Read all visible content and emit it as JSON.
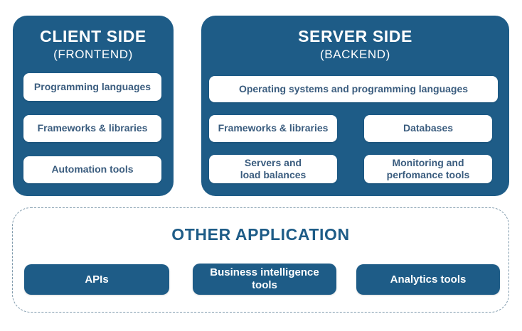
{
  "colors": {
    "panel_blue": "#1e5c87",
    "chip_background": "#ffffff",
    "chip_text": "#3a5c7e",
    "dashed_border": "#7e99ab",
    "title_text": "#ffffff"
  },
  "client_panel": {
    "title": "CLIENT SIDE",
    "subtitle": "(FRONTEND)",
    "items": [
      "Programming languages",
      "Frameworks & libraries",
      "Automation tools"
    ]
  },
  "server_panel": {
    "title": "SERVER SIDE",
    "subtitle": "(BACKEND)",
    "full_width_item": "Operating systems and programming languages",
    "grid_items": [
      "Frameworks & libraries",
      "Databases",
      "Servers and\nload balances",
      "Monitoring and\nperfomance tools"
    ]
  },
  "other_panel": {
    "title": "OTHER APPLICATION",
    "items": [
      "APIs",
      "Business intelligence\ntools",
      "Analytics tools"
    ]
  }
}
